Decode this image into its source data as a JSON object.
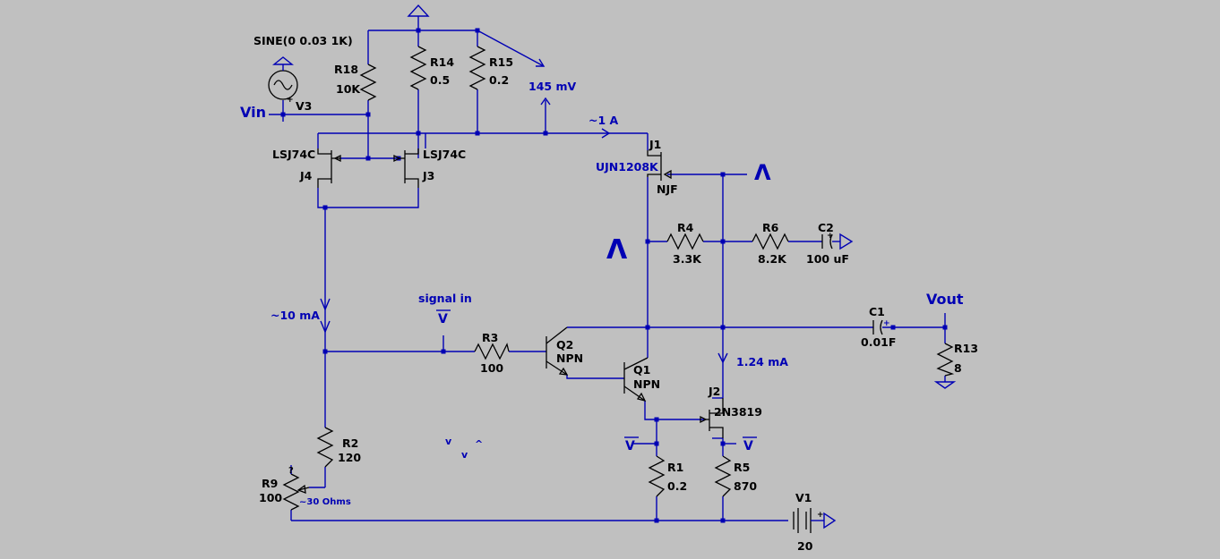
{
  "nets": {
    "vin": "Vin",
    "vout": "Vout",
    "signal_in": "signal in"
  },
  "sources": {
    "v3": {
      "ref": "V3",
      "value": "SINE(0 0.03 1K)"
    },
    "v1": {
      "ref": "V1",
      "value": "20"
    }
  },
  "resistors": {
    "r18": {
      "ref": "R18",
      "value": "10K"
    },
    "r14": {
      "ref": "R14",
      "value": "0.5"
    },
    "r15": {
      "ref": "R15",
      "value": "0.2"
    },
    "r4": {
      "ref": "R4",
      "value": "3.3K"
    },
    "r6": {
      "ref": "R6",
      "value": "8.2K"
    },
    "r3": {
      "ref": "R3",
      "value": "100"
    },
    "r2": {
      "ref": "R2",
      "value": "120"
    },
    "r9": {
      "ref": "R9",
      "value": "100"
    },
    "r1": {
      "ref": "R1",
      "value": "0.2"
    },
    "r5": {
      "ref": "R5",
      "value": "870"
    },
    "r13": {
      "ref": "R13",
      "value": "8"
    }
  },
  "capacitors": {
    "c2": {
      "ref": "C2",
      "value": "100 uF"
    },
    "c1": {
      "ref": "C1",
      "value": "0.01F"
    }
  },
  "transistors": {
    "j4": {
      "ref": "J4",
      "model": "LSJ74C"
    },
    "j3": {
      "ref": "J3",
      "model": "LSJ74C"
    },
    "j1": {
      "ref": "J1",
      "model": "UJN1208K",
      "type": "NJF"
    },
    "q2": {
      "ref": "Q2",
      "type": "NPN"
    },
    "q1": {
      "ref": "Q1",
      "type": "NPN"
    },
    "j2": {
      "ref": "J2",
      "model": "2N3819"
    }
  },
  "annotations": {
    "v145": "145 mV",
    "i1a": "~1 A",
    "i10ma": "~10 mA",
    "i124": "1.24 mA",
    "ohm30": "~30 Ohms",
    "big_caret_1": "Λ",
    "big_caret_2": "Λ",
    "v_mark_signal": "V",
    "v_mark_left": "V",
    "v_mark_right": "V",
    "small_v1": "v",
    "small_v2": "v",
    "small_caret": "^"
  }
}
